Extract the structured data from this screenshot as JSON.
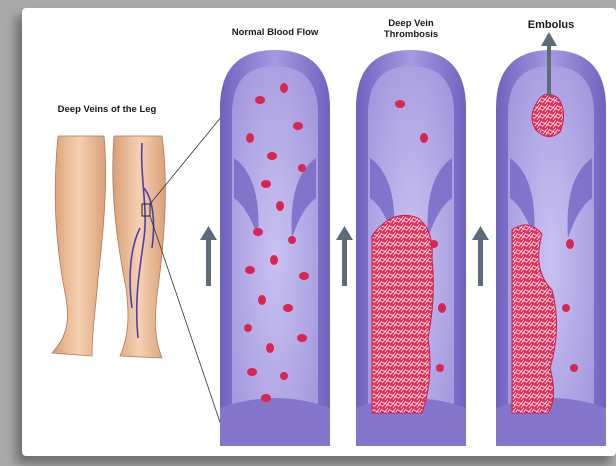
{
  "labels": {
    "legs": "Deep Veins of the Leg",
    "normal": "Normal Blood Flow",
    "dvt": "Deep Vein\nThrombosis",
    "embolus": "Embolus"
  },
  "colors": {
    "vein_wall": "#8e7fd0",
    "vein_lumen": "#b9b0ea",
    "rbc": "#d9254f",
    "clot": "#e23a63",
    "arrow": "#5f6b78",
    "skin": "#f0c7a4"
  }
}
